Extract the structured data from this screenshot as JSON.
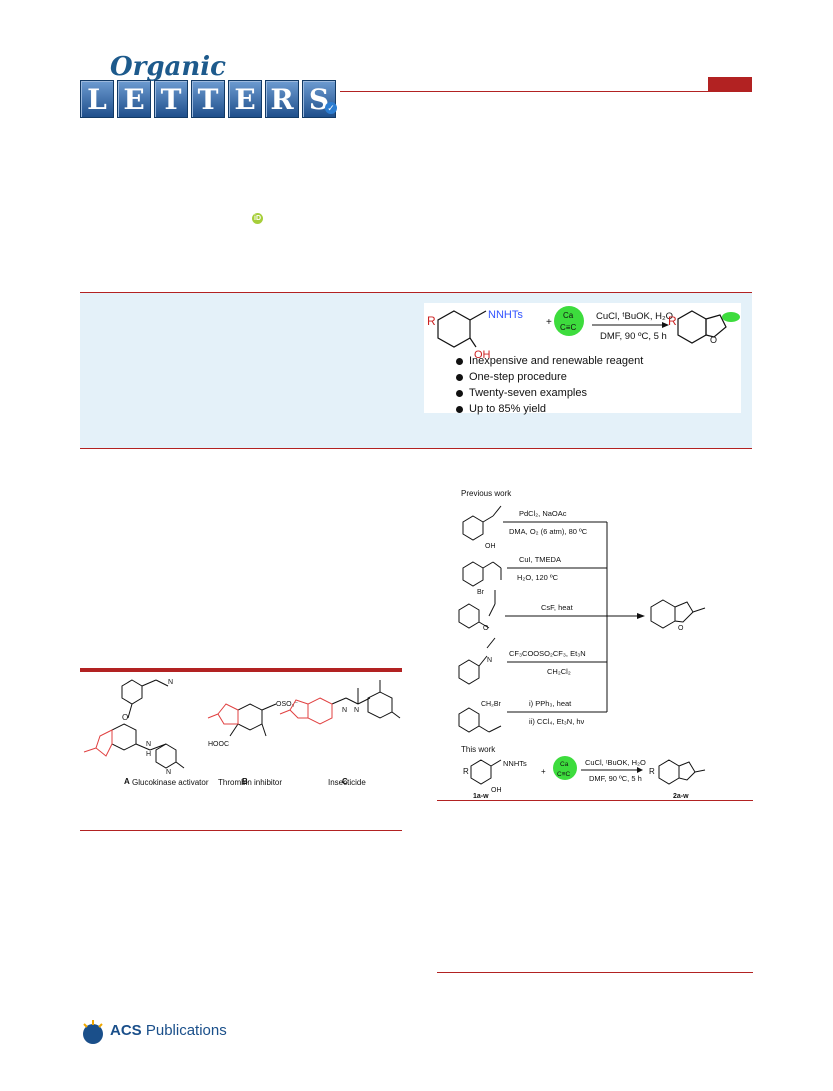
{
  "journal": {
    "organic_word": "Organic",
    "letters_word": "LETTERS"
  },
  "toc": {
    "reagent_label": "NNHTs",
    "sub_r": "R",
    "sub_oh": "OH",
    "ca_label": "Ca",
    "c_label": "C≡C",
    "conditions_top": "CuCl, ᵗBuOK, H₂O",
    "conditions_bottom": "DMF, 90 ºC, 5 h",
    "product_r": "R",
    "product_o": "O",
    "bullets": [
      "Inexpensive and renewable reagent",
      "One-step procedure",
      "Twenty-seven examples",
      "Up to 85% yield"
    ]
  },
  "figure1": {
    "labels": [
      "A",
      "B",
      "C"
    ],
    "captions": [
      "Glucokinase activator",
      "Thrombin inhibitor",
      "Insecticide"
    ],
    "b_sulfate": "OSO₃⁻",
    "b_acid": "HOOC",
    "nh": "N",
    "h": "H"
  },
  "scheme1": {
    "previous_work": "Previous work",
    "this_work": "This work",
    "routes": [
      {
        "top": "PdCl₂, NaOAc",
        "bottom": "DMA, O₂ (6 atm), 80 ºC"
      },
      {
        "top": "CuI, TMEDA",
        "bottom": "H₂O, 120 ºC"
      },
      {
        "top": "CsF, heat",
        "bottom": ""
      },
      {
        "top": "CF₃COOSO₂CF₃, Et₃N",
        "bottom": "CH₂Cl₂"
      },
      {
        "top": "i) PPh₃, heat",
        "bottom": "ii) CCl₄, Et₃N, hν"
      }
    ],
    "sub_labels": [
      "OH",
      "Br",
      "O",
      "N",
      "CH₂Br"
    ],
    "this_work_reagent": "NNHTs",
    "this_work_r": "R",
    "this_work_oh": "OH",
    "this_work_ca": "Ca",
    "this_work_c": "C≡C",
    "this_work_top": "CuCl, ᵗBuOK, H₂O",
    "this_work_bottom": "DMF, 90 ºC, 5 h",
    "this_work_product_r": "R",
    "compound_start": "1a-w",
    "compound_end": "2a-w",
    "o_label": "O"
  },
  "publisher": {
    "acs": "ACS",
    "publications": "Publications"
  },
  "colors": {
    "accent_red": "#b22222",
    "band_blue": "#e4f1f9",
    "calcium_green": "#3ddc3d",
    "nitrogen_blue": "#3355ff"
  }
}
